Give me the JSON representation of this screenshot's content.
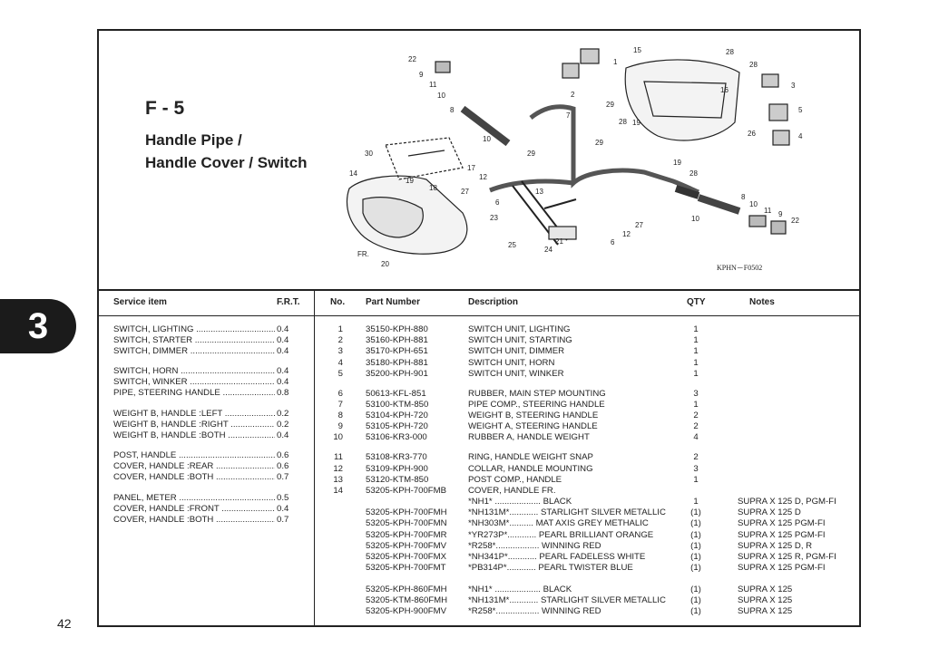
{
  "chapter": "3",
  "page_number": "42",
  "section": {
    "code": "F - 5",
    "title_line1": "Handle Pipe /",
    "title_line2": "Handle Cover / Switch"
  },
  "diagram": {
    "code": "KPHN－F0502",
    "callouts": [
      "22",
      "9",
      "11",
      "10",
      "8",
      "10",
      "30",
      "14",
      "19",
      "18",
      "17",
      "27",
      "12",
      "6",
      "13",
      "23",
      "25",
      "24",
      "21",
      "29",
      "7",
      "2",
      "1",
      "15",
      "28",
      "28",
      "3",
      "16",
      "29",
      "28",
      "19",
      "26",
      "5",
      "4",
      "29",
      "19",
      "28",
      "27",
      "6",
      "12",
      "10",
      "8",
      "10",
      "11",
      "9",
      "22",
      "20",
      "FR."
    ]
  },
  "table_headers": {
    "service_item": "Service item",
    "frt": "F.R.T.",
    "no": "No.",
    "part_number": "Part Number",
    "description": "Description",
    "qty": "QTY",
    "notes": "Notes"
  },
  "service_items": [
    {
      "name": "SWITCH, LIGHTING",
      "frt": "0.4"
    },
    {
      "name": "SWITCH, STARTER",
      "frt": "0.4"
    },
    {
      "name": "SWITCH, DIMMER",
      "frt": "0.4"
    },
    {
      "name": "SWITCH, HORN",
      "frt": "0.4"
    },
    {
      "name": "SWITCH, WINKER",
      "frt": "0.4"
    },
    {
      "name": "PIPE, STEERING HANDLE",
      "frt": "0.8"
    },
    {
      "name": "WEIGHT B, HANDLE :LEFT",
      "frt": "0.2"
    },
    {
      "name": "WEIGHT B, HANDLE :RIGHT",
      "frt": "0.2"
    },
    {
      "name": "WEIGHT B, HANDLE :BOTH",
      "frt": "0.4"
    },
    {
      "name": "POST, HANDLE",
      "frt": "0.6"
    },
    {
      "name": "COVER, HANDLE :REAR",
      "frt": "0.6"
    },
    {
      "name": "COVER, HANDLE :BOTH",
      "frt": "0.7"
    },
    {
      "name": "PANEL, METER",
      "frt": "0.5"
    },
    {
      "name": "COVER, HANDLE :FRONT",
      "frt": "0.4"
    },
    {
      "name": "COVER, HANDLE :BOTH",
      "frt": "0.7"
    }
  ],
  "parts": [
    {
      "no": "1",
      "part_number": "35150-KPH-880",
      "description": "SWITCH UNIT, LIGHTING",
      "qty": "1",
      "notes": ""
    },
    {
      "no": "2",
      "part_number": "35160-KPH-881",
      "description": "SWITCH UNIT, STARTING",
      "qty": "1",
      "notes": ""
    },
    {
      "no": "3",
      "part_number": "35170-KPH-651",
      "description": "SWITCH UNIT, DIMMER",
      "qty": "1",
      "notes": ""
    },
    {
      "no": "4",
      "part_number": "35180-KPH-881",
      "description": "SWITCH UNIT, HORN",
      "qty": "1",
      "notes": ""
    },
    {
      "no": "5",
      "part_number": "35200-KPH-901",
      "description": "SWITCH UNIT, WINKER",
      "qty": "1",
      "notes": ""
    },
    {
      "no": "6",
      "part_number": "50613-KFL-851",
      "description": "RUBBER, MAIN STEP MOUNTING",
      "qty": "3",
      "notes": ""
    },
    {
      "no": "7",
      "part_number": "53100-KTM-850",
      "description": "PIPE COMP., STEERING HANDLE",
      "qty": "1",
      "notes": ""
    },
    {
      "no": "8",
      "part_number": "53104-KPH-720",
      "description": "WEIGHT B, STEERING HANDLE",
      "qty": "2",
      "notes": ""
    },
    {
      "no": "9",
      "part_number": "53105-KPH-720",
      "description": "WEIGHT A, STEERING HANDLE",
      "qty": "2",
      "notes": ""
    },
    {
      "no": "10",
      "part_number": "53106-KR3-000",
      "description": "RUBBER A, HANDLE WEIGHT",
      "qty": "4",
      "notes": ""
    },
    {
      "no": "11",
      "part_number": "53108-KR3-770",
      "description": "RING, HANDLE WEIGHT SNAP",
      "qty": "2",
      "notes": ""
    },
    {
      "no": "12",
      "part_number": "53109-KPH-900",
      "description": "COLLAR, HANDLE MOUNTING",
      "qty": "3",
      "notes": ""
    },
    {
      "no": "13",
      "part_number": "53120-KTM-850",
      "description": "POST COMP., HANDLE",
      "qty": "1",
      "notes": ""
    },
    {
      "no": "14",
      "part_number": "53205-KPH-700FMB",
      "description": "COVER, HANDLE FR.",
      "qty": "",
      "notes": ""
    },
    {
      "no": "",
      "part_number": "",
      "description": "*NH1* ................... BLACK",
      "qty": "1",
      "notes": "SUPRA X 125 D, PGM-FI"
    },
    {
      "no": "",
      "part_number": "53205-KPH-700FMH",
      "description": "*NH131M*............ STARLIGHT SILVER METALLIC",
      "qty": "(1)",
      "notes": "SUPRA X 125 D"
    },
    {
      "no": "",
      "part_number": "53205-KPH-700FMN",
      "description": "*NH303M*.......... MAT AXIS GREY METHALIC",
      "qty": "(1)",
      "notes": "SUPRA X 125 PGM-FI"
    },
    {
      "no": "",
      "part_number": "53205-KPH-700FMR",
      "description": "*YR273P*............ PEARL BRILLIANT ORANGE",
      "qty": "(1)",
      "notes": "SUPRA X 125 PGM-FI"
    },
    {
      "no": "",
      "part_number": "53205-KPH-700FMV",
      "description": "*R258*.................. WINNING RED",
      "qty": "(1)",
      "notes": "SUPRA X 125 D, R"
    },
    {
      "no": "",
      "part_number": "53205-KPH-700FMX",
      "description": "*NH341P*............ PEARL FADELESS WHITE",
      "qty": "(1)",
      "notes": "SUPRA X 125 R, PGM-FI"
    },
    {
      "no": "",
      "part_number": "53205-KPH-700FMT",
      "description": "*PB314P*............ PEARL TWISTER BLUE",
      "qty": "(1)",
      "notes": "SUPRA X 125 PGM-FI"
    },
    {
      "no": "",
      "part_number": "53205-KPH-860FMH",
      "description": "*NH1* ................... BLACK",
      "qty": "(1)",
      "notes": "SUPRA X 125"
    },
    {
      "no": "",
      "part_number": "53205-KTM-860FMH",
      "description": "*NH131M*............ STARLIGHT SILVER METALLIC",
      "qty": "(1)",
      "notes": "SUPRA X 125"
    },
    {
      "no": "",
      "part_number": "53205-KPH-900FMV",
      "description": "*R258*.................. WINNING RED",
      "qty": "(1)",
      "notes": "SUPRA X 125"
    }
  ]
}
